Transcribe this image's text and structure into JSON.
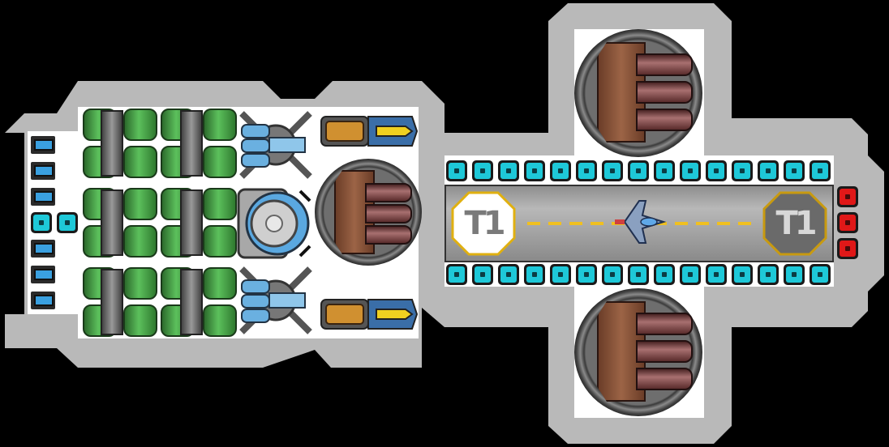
{
  "game": {
    "scene": "ship-layout",
    "hangar_pad_left_label": "T1",
    "hangar_pad_right_label": "T1",
    "colors": {
      "hull": "#b9b9b9",
      "interior": "#ffffff",
      "cyan_tile": "#1ec8d8",
      "red_tile": "#e01818",
      "green_tank": "#4caf50",
      "pad_left_border": "#e0b010",
      "pad_right_border": "#c89a10",
      "runway_stripe": "#f0c020"
    },
    "icons": [
      "weapon-pod-icon",
      "fuel-tank-icon",
      "shield-generator-icon",
      "engine-icon",
      "missile-launcher-icon",
      "fighter-ship-icon",
      "door-icon"
    ]
  }
}
